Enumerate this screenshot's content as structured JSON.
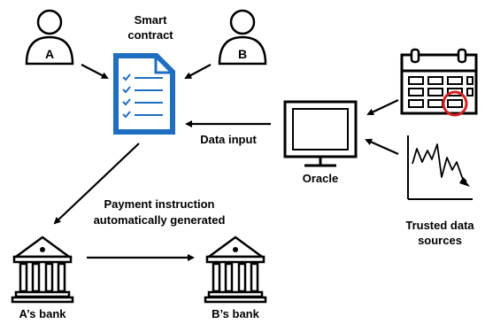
{
  "people": [
    {
      "id": "A",
      "letter": "A"
    },
    {
      "id": "B",
      "letter": "B"
    }
  ],
  "labels": {
    "smart_contract_line1": "Smart",
    "smart_contract_line2": "contract",
    "data_input": "Data input",
    "oracle": "Oracle",
    "trusted_line1": "Trusted data",
    "trusted_line2": "sources",
    "payment_line1": "Payment instruction",
    "payment_line2": "automatically generated",
    "bank_a": "A’s bank",
    "bank_b": "B’s bank"
  },
  "icons": {
    "person": "person-icon",
    "document": "smart-contract-document-icon",
    "monitor": "oracle-monitor-icon",
    "calendar": "calendar-icon",
    "chart": "line-chart-icon",
    "bank": "bank-icon"
  },
  "colors": {
    "document_blue": "#1e6fc2",
    "calendar_highlight": "#d62020",
    "ink": "#000000"
  }
}
